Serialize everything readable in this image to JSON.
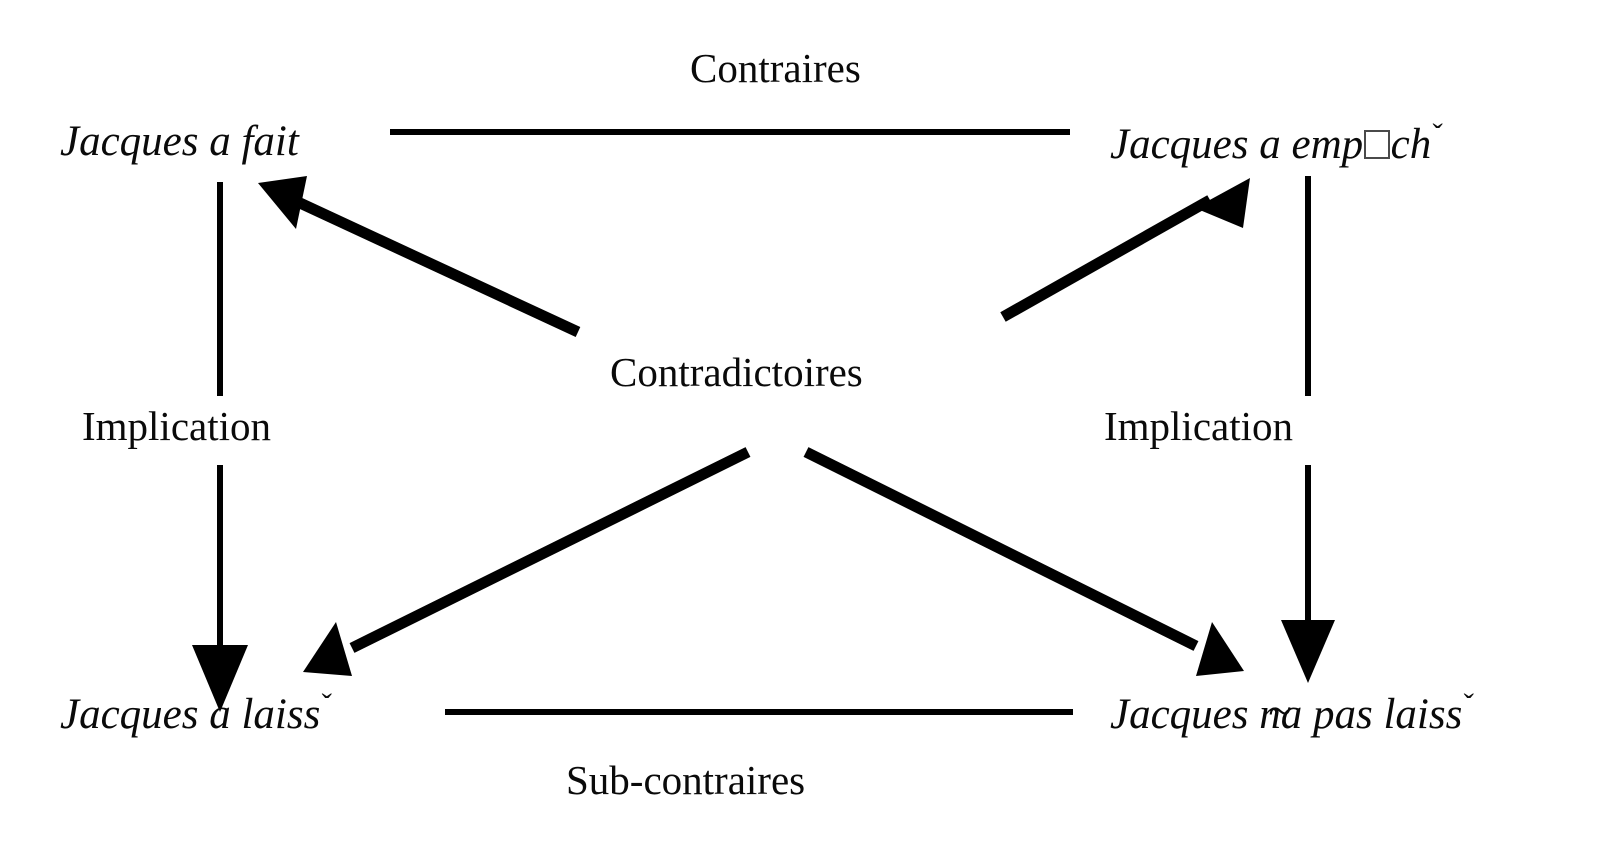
{
  "figure": {
    "kind": "square-of-opposition",
    "background_color": "#ffffff",
    "stroke_color": "#000000",
    "nodes": {
      "top_left": "Jacques a fait",
      "top_right_prefix": "Jacques a emp",
      "top_right_suffix": "ch",
      "top_right_full": "Jacques a emp□chˇ",
      "bottom_left_prefix": "Jacques a laiss",
      "bottom_left_full": "Jacques a laissˇ",
      "bottom_right_prefix": "Jacques n",
      "bottom_right_glyph_base": "a",
      "bottom_right_glyph_over": "~",
      "bottom_right_middle": " pas laiss",
      "bottom_right_full": "Jacques nã pas laissˇ",
      "accent_mark": "ˇ"
    },
    "relations": {
      "top": "Contraires",
      "center": "Contradictoires",
      "bottom": "Sub-contraires",
      "left_side": "Implication",
      "right_side": "Implication"
    },
    "edges": [
      {
        "name": "contraries-line",
        "from": "top_left",
        "to": "top_right",
        "style": "plain-line",
        "label": "Contraires"
      },
      {
        "name": "subcontraries-line",
        "from": "bottom_left",
        "to": "bottom_right",
        "style": "plain-line",
        "label": "Sub-contraires"
      },
      {
        "name": "implication-left-arrow",
        "from": "top_left",
        "to": "bottom_left",
        "style": "thin-arrow-down",
        "label": "Implication"
      },
      {
        "name": "implication-right-arrow",
        "from": "top_right",
        "to": "bottom_right",
        "style": "thin-arrow-down",
        "label": "Implication"
      },
      {
        "name": "contradiction-arrow-to-top-left",
        "from": "center",
        "to": "top_left",
        "style": "thick-arrow",
        "label": "Contradictoires"
      },
      {
        "name": "contradiction-arrow-to-top-right",
        "from": "center",
        "to": "top_right",
        "style": "thick-arrow",
        "label": "Contradictoires"
      },
      {
        "name": "contradiction-arrow-to-bottom-left",
        "from": "center",
        "to": "bottom_left",
        "style": "thick-arrow",
        "label": "Contradictoires"
      },
      {
        "name": "contradiction-arrow-to-bottom-right",
        "from": "center",
        "to": "bottom_right",
        "style": "thick-arrow",
        "label": "Contradictoires"
      }
    ]
  }
}
